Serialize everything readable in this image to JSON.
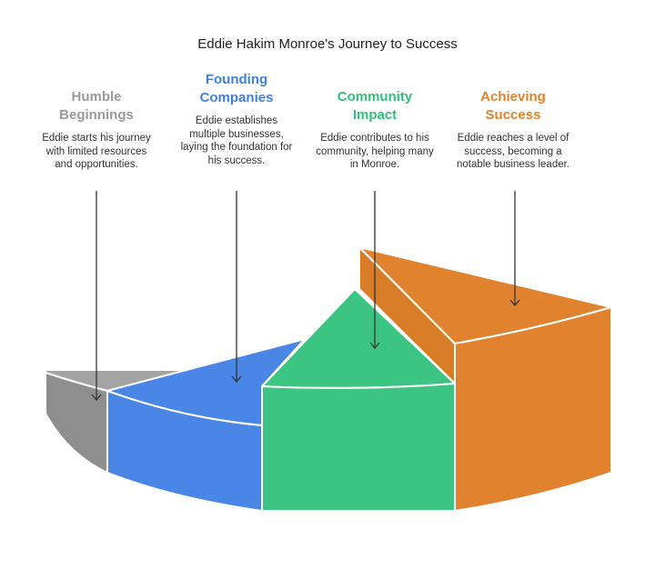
{
  "title": "Eddie Hakim Monroe's Journey to Success",
  "stages": [
    {
      "heading": "Humble Beginnings",
      "description": "Eddie starts his journey with limited resources and opportunities.",
      "color": "#9a9a9a"
    },
    {
      "heading": "Founding Companies",
      "description": "Eddie establishes multiple businesses, laying the foundation for his success.",
      "color": "#3f7fe0"
    },
    {
      "heading": "Community Impact",
      "description": "Eddie contributes to his community, helping many in Monroe.",
      "color": "#2fbf78"
    },
    {
      "heading": "Achieving Success",
      "description": "Eddie reaches a level of success, becoming a notable business leader.",
      "color": "#e0822a"
    }
  ]
}
